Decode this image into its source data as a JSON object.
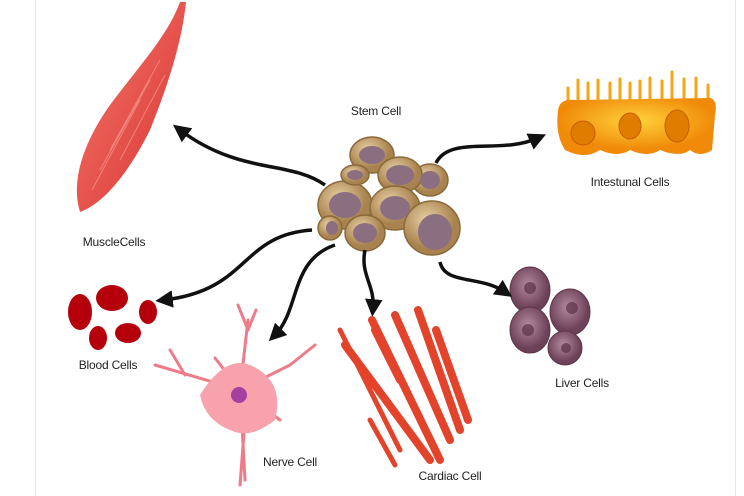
{
  "title": "Stem Cell",
  "labels": {
    "stem": "Stem Cell",
    "intestinal": "Intestunal Cells",
    "muscle": "MuscleCells",
    "blood": "Blood Cells",
    "nerve": "Nerve Cell",
    "cardiac": "Cardiac Cell",
    "liver": "Liver Cells"
  },
  "colors": {
    "arrow": "#111111",
    "stem": "#c9a877",
    "intestinal": "#f6a418",
    "muscle": "#e84a45",
    "blood": "#b5000c",
    "nerve": "#f08a94",
    "cardiac": "#e2432a",
    "liver": "#8a5a74"
  }
}
